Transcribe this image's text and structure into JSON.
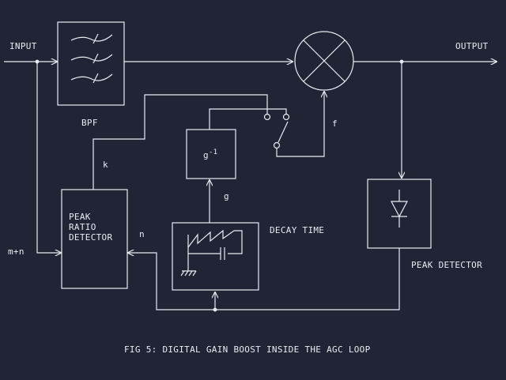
{
  "labels": {
    "input": "INPUT",
    "output": "OUTPUT",
    "bpf": "BPF",
    "k": "k",
    "f": "f",
    "g": "g",
    "g_inverse_base": "g",
    "g_inverse_exp": "-1",
    "peak_ratio_detector": "PEAK\nRATIO\nDETECTOR",
    "m_plus_n": "m+n",
    "n": "n",
    "decay_time": "DECAY TIME",
    "peak_detector": "PEAK DETECTOR",
    "caption": "FIG 5: DIGITAL GAIN BOOST INSIDE THE AGC LOOP"
  },
  "colors": {
    "background": "#202434",
    "line": "#e8ecf2"
  }
}
